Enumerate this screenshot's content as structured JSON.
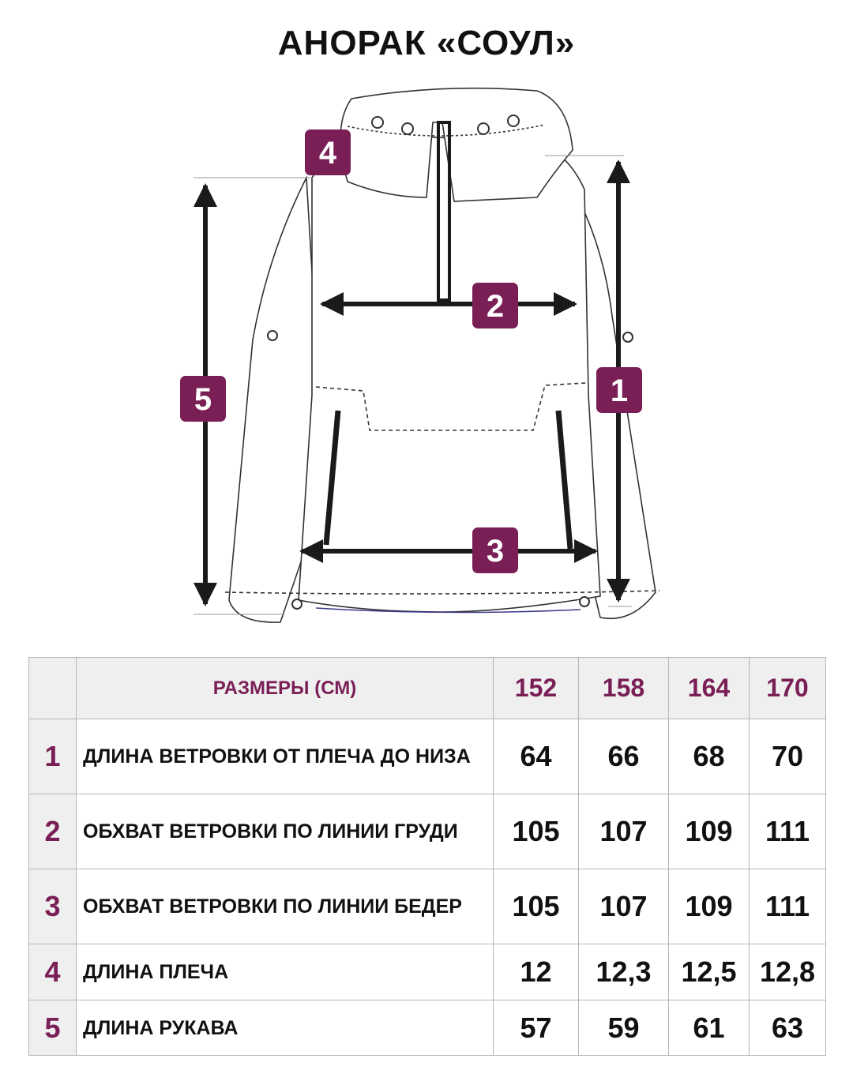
{
  "title": "АНОРАК «СОУЛ»",
  "diagram": {
    "badges": [
      "1",
      "2",
      "3",
      "4",
      "5"
    ],
    "accent_color": "#7a1f56",
    "icons": [
      "anorak-sketch-icon",
      "arrow-icon"
    ]
  },
  "table": {
    "header_label": "РАЗМЕРЫ (СМ)",
    "sizes": [
      "152",
      "158",
      "164",
      "170"
    ],
    "rows": [
      {
        "index": "1",
        "label": "ДЛИНА ВЕТРОВКИ ОТ ПЛЕЧА ДО НИЗА",
        "values": [
          "64",
          "66",
          "68",
          "70"
        ]
      },
      {
        "index": "2",
        "label": "ОБХВАТ ВЕТРОВКИ ПО ЛИНИИ ГРУДИ",
        "values": [
          "105",
          "107",
          "109",
          "111"
        ]
      },
      {
        "index": "3",
        "label": "ОБХВАТ ВЕТРОВКИ ПО ЛИНИИ БЕДЕР",
        "values": [
          "105",
          "107",
          "109",
          "111"
        ]
      },
      {
        "index": "4",
        "label": "ДЛИНА ПЛЕЧА",
        "values": [
          "12",
          "12,3",
          "12,5",
          "12,8"
        ]
      },
      {
        "index": "5",
        "label": "ДЛИНА РУКАВА",
        "values": [
          "57",
          "59",
          "61",
          "63"
        ]
      }
    ]
  }
}
